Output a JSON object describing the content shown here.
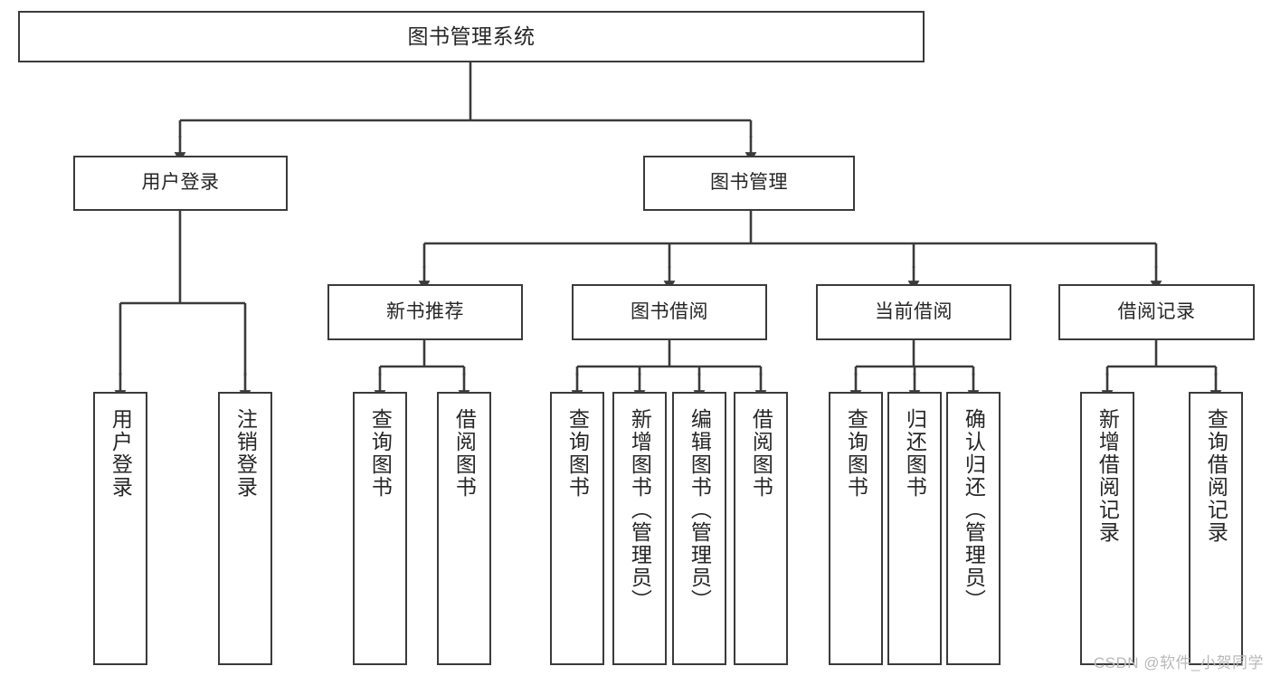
{
  "diagram": {
    "title": "图书管理系统",
    "type": "tree",
    "watermark": "CSDN @软件_小贺同学",
    "colors": {
      "stroke": "#3b3b3b",
      "fill": "#ffffff",
      "text": "#262626",
      "watermark": "#b9b9b9"
    },
    "nodes": {
      "root": {
        "label": "图书管理系统"
      },
      "level1": [
        {
          "id": "user-login",
          "label": "用户登录"
        },
        {
          "id": "book-manage",
          "label": "图书管理"
        }
      ],
      "level2": [
        {
          "id": "new-book-rec",
          "label": "新书推荐",
          "parent": "book-manage"
        },
        {
          "id": "book-borrow",
          "label": "图书借阅",
          "parent": "book-manage"
        },
        {
          "id": "current-borrow",
          "label": "当前借阅",
          "parent": "book-manage"
        },
        {
          "id": "borrow-record",
          "label": "借阅记录",
          "parent": "book-manage"
        }
      ],
      "leaves": {
        "user-login": [
          {
            "id": "leaf-user-login",
            "label": "用户登录"
          },
          {
            "id": "leaf-user-logout",
            "label": "注销登录"
          }
        ],
        "new-book-rec": [
          {
            "id": "leaf-query-book-1",
            "label": "查询图书"
          },
          {
            "id": "leaf-borrow-book-1",
            "label": "借阅图书"
          }
        ],
        "book-borrow": [
          {
            "id": "leaf-query-book-2",
            "label": "查询图书"
          },
          {
            "id": "leaf-add-book",
            "label": "新增图书（管理员）"
          },
          {
            "id": "leaf-edit-book",
            "label": "编辑图书（管理员）"
          },
          {
            "id": "leaf-borrow-book-2",
            "label": "借阅图书"
          }
        ],
        "current-borrow": [
          {
            "id": "leaf-query-book-3",
            "label": "查询图书"
          },
          {
            "id": "leaf-return-book",
            "label": "归还图书"
          },
          {
            "id": "leaf-confirm-return",
            "label": "确认归还（管理员）"
          }
        ],
        "borrow-record": [
          {
            "id": "leaf-add-record",
            "label": "新增借阅记录"
          },
          {
            "id": "leaf-query-record",
            "label": "查询借阅记录"
          }
        ]
      }
    }
  }
}
